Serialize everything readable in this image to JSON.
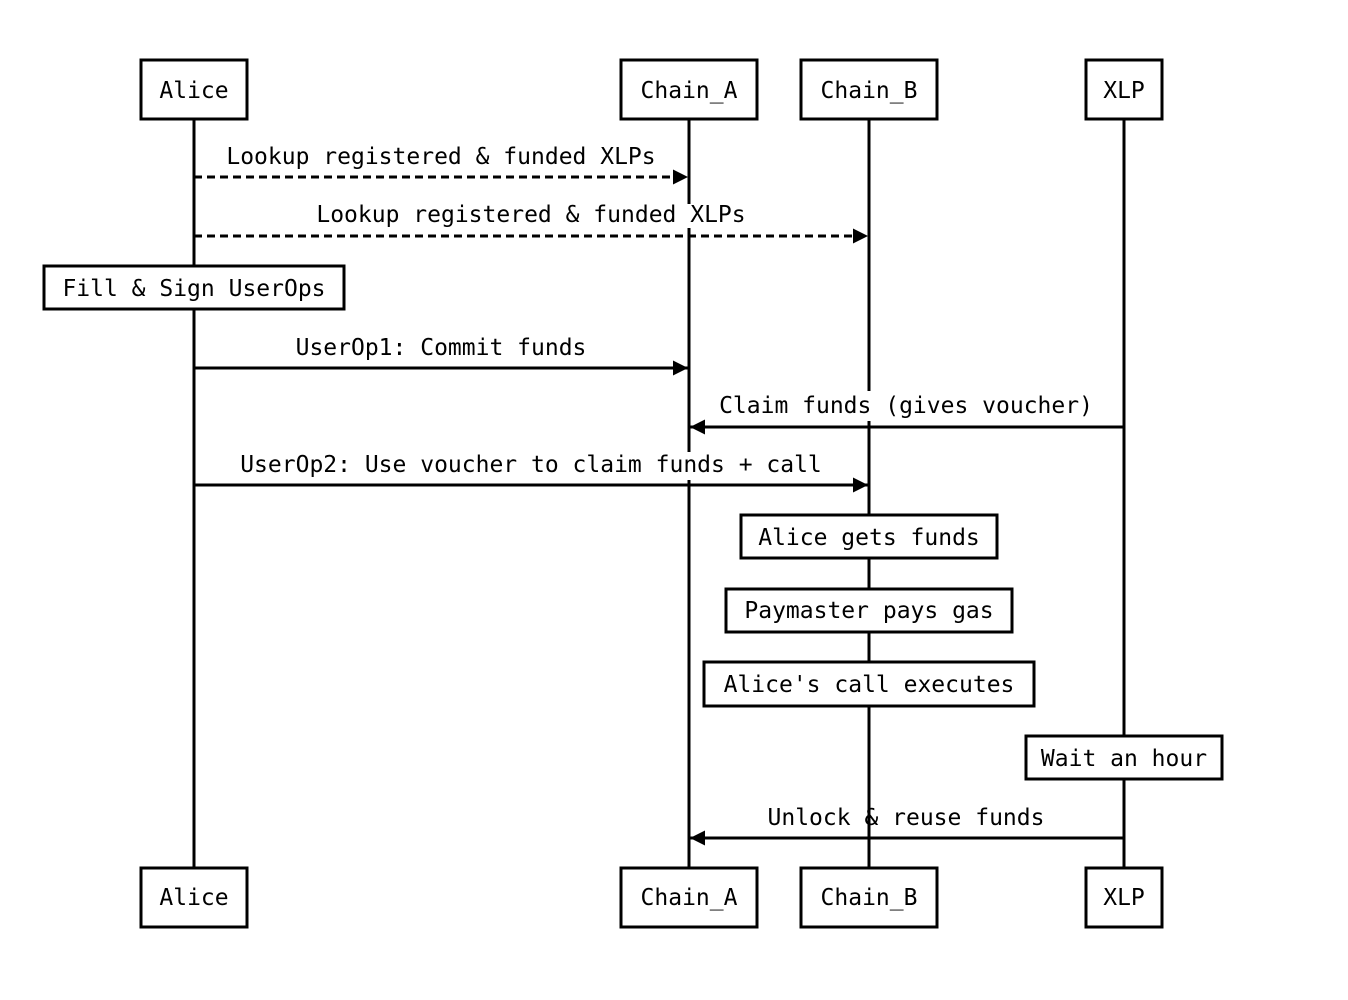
{
  "participants": {
    "alice": "Alice",
    "chain_a": "Chain_A",
    "chain_b": "Chain_B",
    "xlp": "XLP"
  },
  "messages": {
    "lookup_a": "Lookup registered & funded XLPs",
    "lookup_b": "Lookup registered & funded XLPs",
    "userop1": "UserOp1: Commit funds",
    "claim": "Claim funds (gives voucher)",
    "userop2": "UserOp2: Use voucher to claim funds + call",
    "unlock": "Unlock & reuse funds"
  },
  "notes": {
    "fill_sign": "Fill & Sign UserOps",
    "alice_gets_funds": "Alice gets funds",
    "paymaster": "Paymaster pays gas",
    "call_executes": "Alice's call executes",
    "wait": "Wait an hour"
  }
}
